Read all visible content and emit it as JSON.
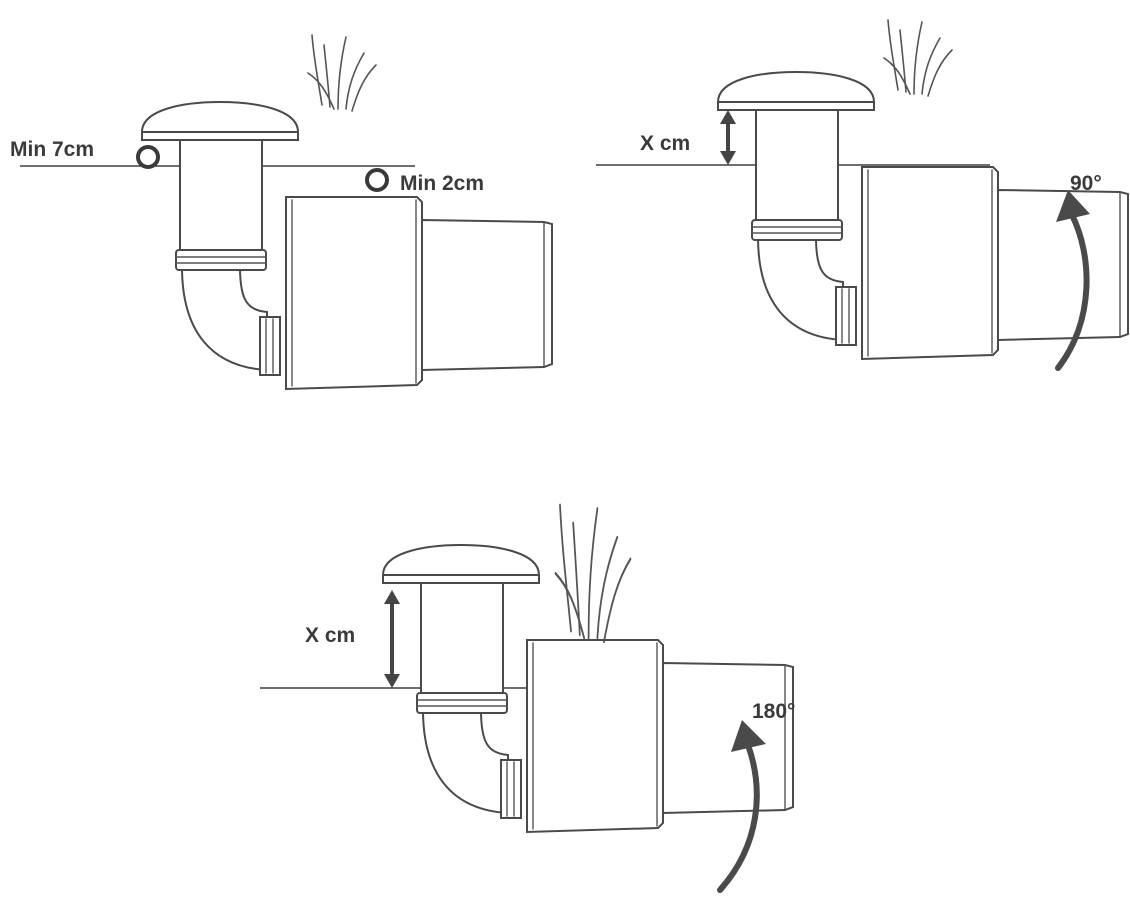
{
  "colors": {
    "line": "#4a4a4a",
    "text": "#3a3a3a",
    "background": "#ffffff"
  },
  "panels": [
    {
      "id": "panel-min-depth",
      "labels": {
        "cap_clearance": "Min 7cm",
        "body_clearance": "Min 2cm"
      }
    },
    {
      "id": "panel-rotated-90",
      "labels": {
        "height": "X cm",
        "rotation": "90°"
      }
    },
    {
      "id": "panel-rotated-180",
      "labels": {
        "height": "X cm",
        "rotation": "180°"
      }
    }
  ]
}
